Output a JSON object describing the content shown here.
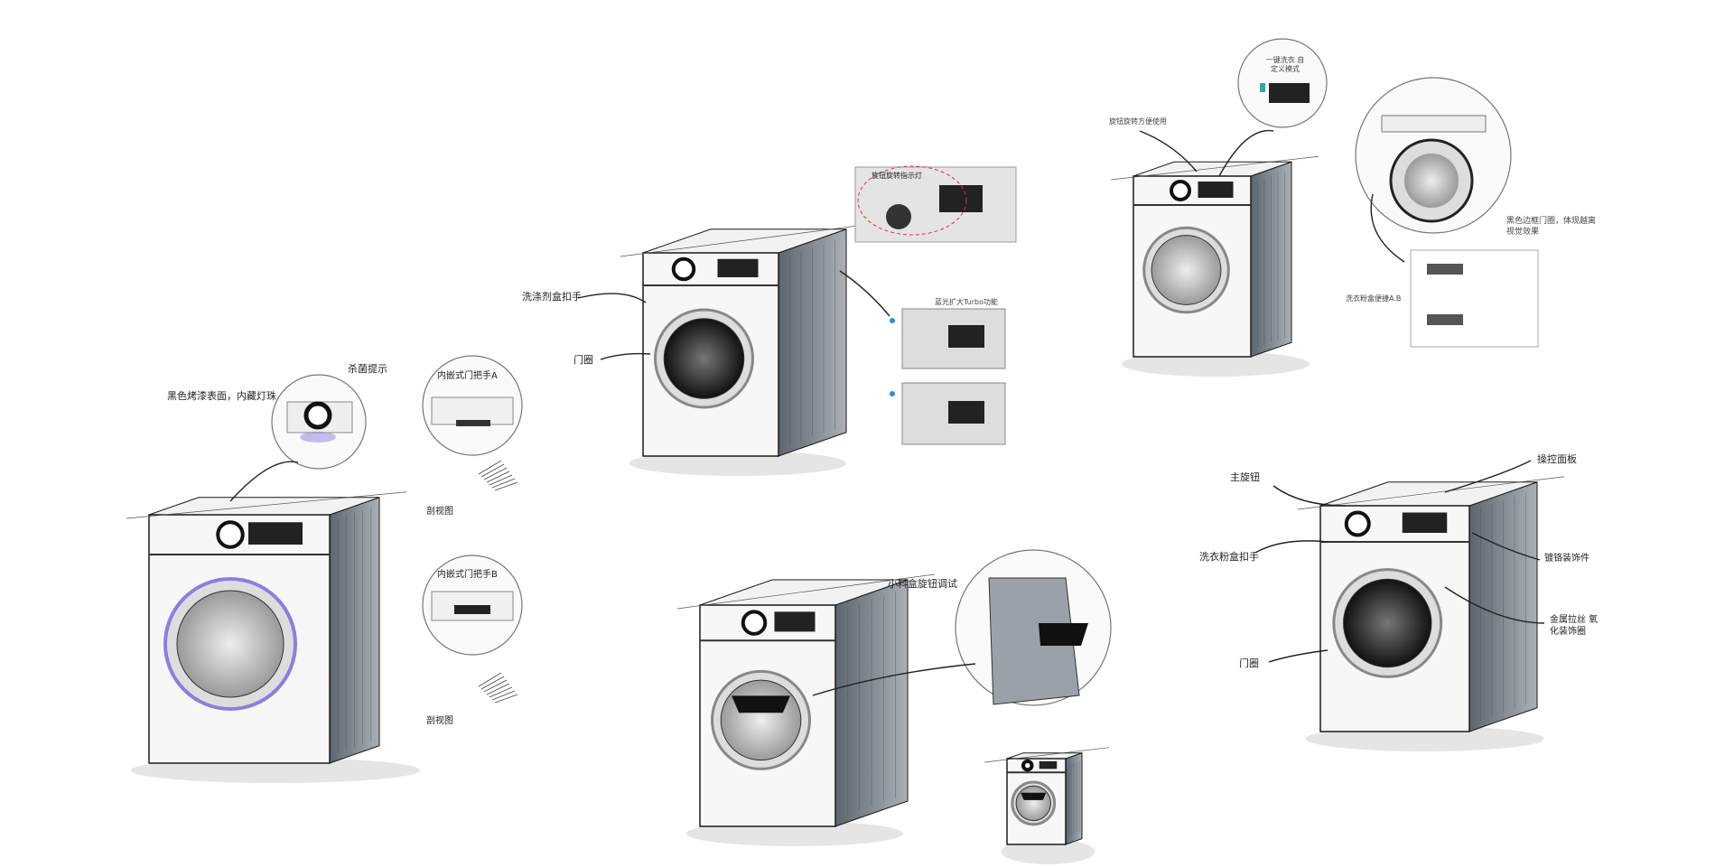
{
  "colors": {
    "ink": "#1a1a1a",
    "shade": "#6f7780",
    "accent_purple": "#8a7fe0",
    "accent_red": "#d33",
    "accent_blue": "#2a8fe0",
    "accent_green": "#3a9"
  },
  "sketch_left": {
    "sterilize_hint": "杀菌提示",
    "black_paint_note": "黑色烤漆表面，内藏灯珠",
    "handle_a": "内嵌式门把手A",
    "section_a": "剖视图",
    "handle_b": "内嵌式门把手B",
    "section_b": "剖视图"
  },
  "sketch_center": {
    "detergent_handle": "洗涤剂盒扣手",
    "door_ring": "门圈",
    "knob_indicator": "旋钮旋转指示灯",
    "turbo_note": "蓝光扩大Turbo功能"
  },
  "sketch_top_right": {
    "knob_note": "旋钮旋转方便使用",
    "one_key_note": "一键洗衣 自定义模式",
    "door_ring_note": "黑色边框门圈，体现越离视觉效果",
    "detergent_note": "洗衣粉盒便捷A.B"
  },
  "sketch_bottom_center": {
    "drawer_note": "小料盒旋钮调试"
  },
  "sketch_bottom_right": {
    "main_knob": "主旋钮",
    "control_panel": "操控面板",
    "detergent_handle": "洗衣粉盒扣手",
    "chrome_trim": "镀铬装饰件",
    "metal_ring": "金属拉丝 氧化装饰圈",
    "door_ring": "门圈"
  }
}
